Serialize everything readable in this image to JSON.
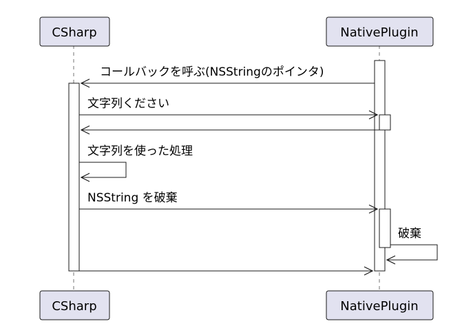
{
  "participants": {
    "left": "CSharp",
    "right": "NativePlugin"
  },
  "messages": [
    {
      "id": "callback",
      "label": "コールバックを呼ぶ(NSStringのポインタ)"
    },
    {
      "id": "request",
      "label": "文字列ください"
    },
    {
      "id": "reply",
      "label": ""
    },
    {
      "id": "process",
      "label": "文字列を使った処理"
    },
    {
      "id": "dispose",
      "label": "NSString を破棄"
    },
    {
      "id": "selfdispose",
      "label": "破棄"
    },
    {
      "id": "final",
      "label": ""
    }
  ]
}
